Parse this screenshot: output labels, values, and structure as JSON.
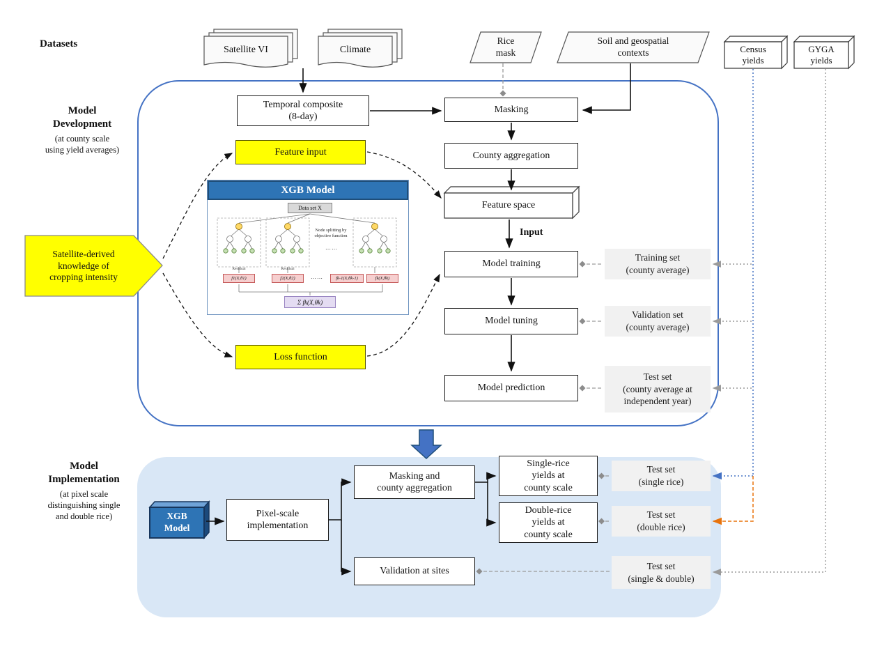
{
  "colors": {
    "container_border": "#4472c4",
    "implementation_fill": "#d9e7f6",
    "highlight_yellow": "#ffff00",
    "xgb_header_blue": "#2e74b5",
    "xgb_box_dark_blue": "#1f4e79",
    "gray_box_fill": "#f1f1f1",
    "census_line_blue": "#4472c4",
    "double_rice_line_orange": "#e8730c",
    "gray_line": "#9a9a9a",
    "big_arrow_blue": "#4472c4"
  },
  "datasets": {
    "section_label": "Datasets",
    "satellite_vi": "Satellite VI",
    "climate": "Climate",
    "rice_mask": "Rice\nmask",
    "soil_contexts": "Soil and geospatial\ncontexts",
    "census_yields": "Census\nyields",
    "gyga_yields": "GYGA\nyields"
  },
  "development": {
    "title": "Model\nDevelopment",
    "subtitle": "(at county scale\nusing yield averages)",
    "temporal_composite": "Temporal composite\n(8-day)",
    "masking": "Masking",
    "county_aggregation": "County aggregation",
    "feature_space": "Feature space",
    "input_label": "Input",
    "model_training": "Model training",
    "model_tuning": "Model tuning",
    "model_prediction": "Model prediction",
    "feature_input": "Feature input",
    "loss_function": "Loss function",
    "training_set": "Training set\n(county average)",
    "validation_set": "Validation set\n(county average)",
    "test_set": "Test set\n(county average at\nindependent year)",
    "satellite_knowledge": "Satellite-derived\nknowledge of\ncropping intensity",
    "xgb_panel": {
      "header": "XGB Model",
      "dataset_label": "Data set X",
      "node_splitting": "Node splitting by\nobjective function",
      "residual": "Residual",
      "tree1_fn": "f1(X,θ1)",
      "tree2_fn": "f2(X,θ2)",
      "treek1_fn": "fk-1(X,θk-1)",
      "treek_fn": "fk(X,θk)",
      "dots": "……",
      "sum_formula": "Σ fk(X,θk)"
    }
  },
  "implementation": {
    "title": "Model\nImplementation",
    "subtitle": "(at pixel scale\ndistinguishing single\nand double rice)",
    "xgb_model": "XGB\nModel",
    "pixel_scale": "Pixel-scale\nimplementation",
    "masking_aggregation": "Masking and\ncounty aggregation",
    "single_rice": "Single-rice\nyields at\ncounty scale",
    "double_rice": "Double-rice\nyields at\ncounty scale",
    "validation_sites": "Validation at sites",
    "test_single": "Test set\n(single rice)",
    "test_double": "Test set\n(double rice)",
    "test_single_double": "Test set\n(single & double)"
  }
}
